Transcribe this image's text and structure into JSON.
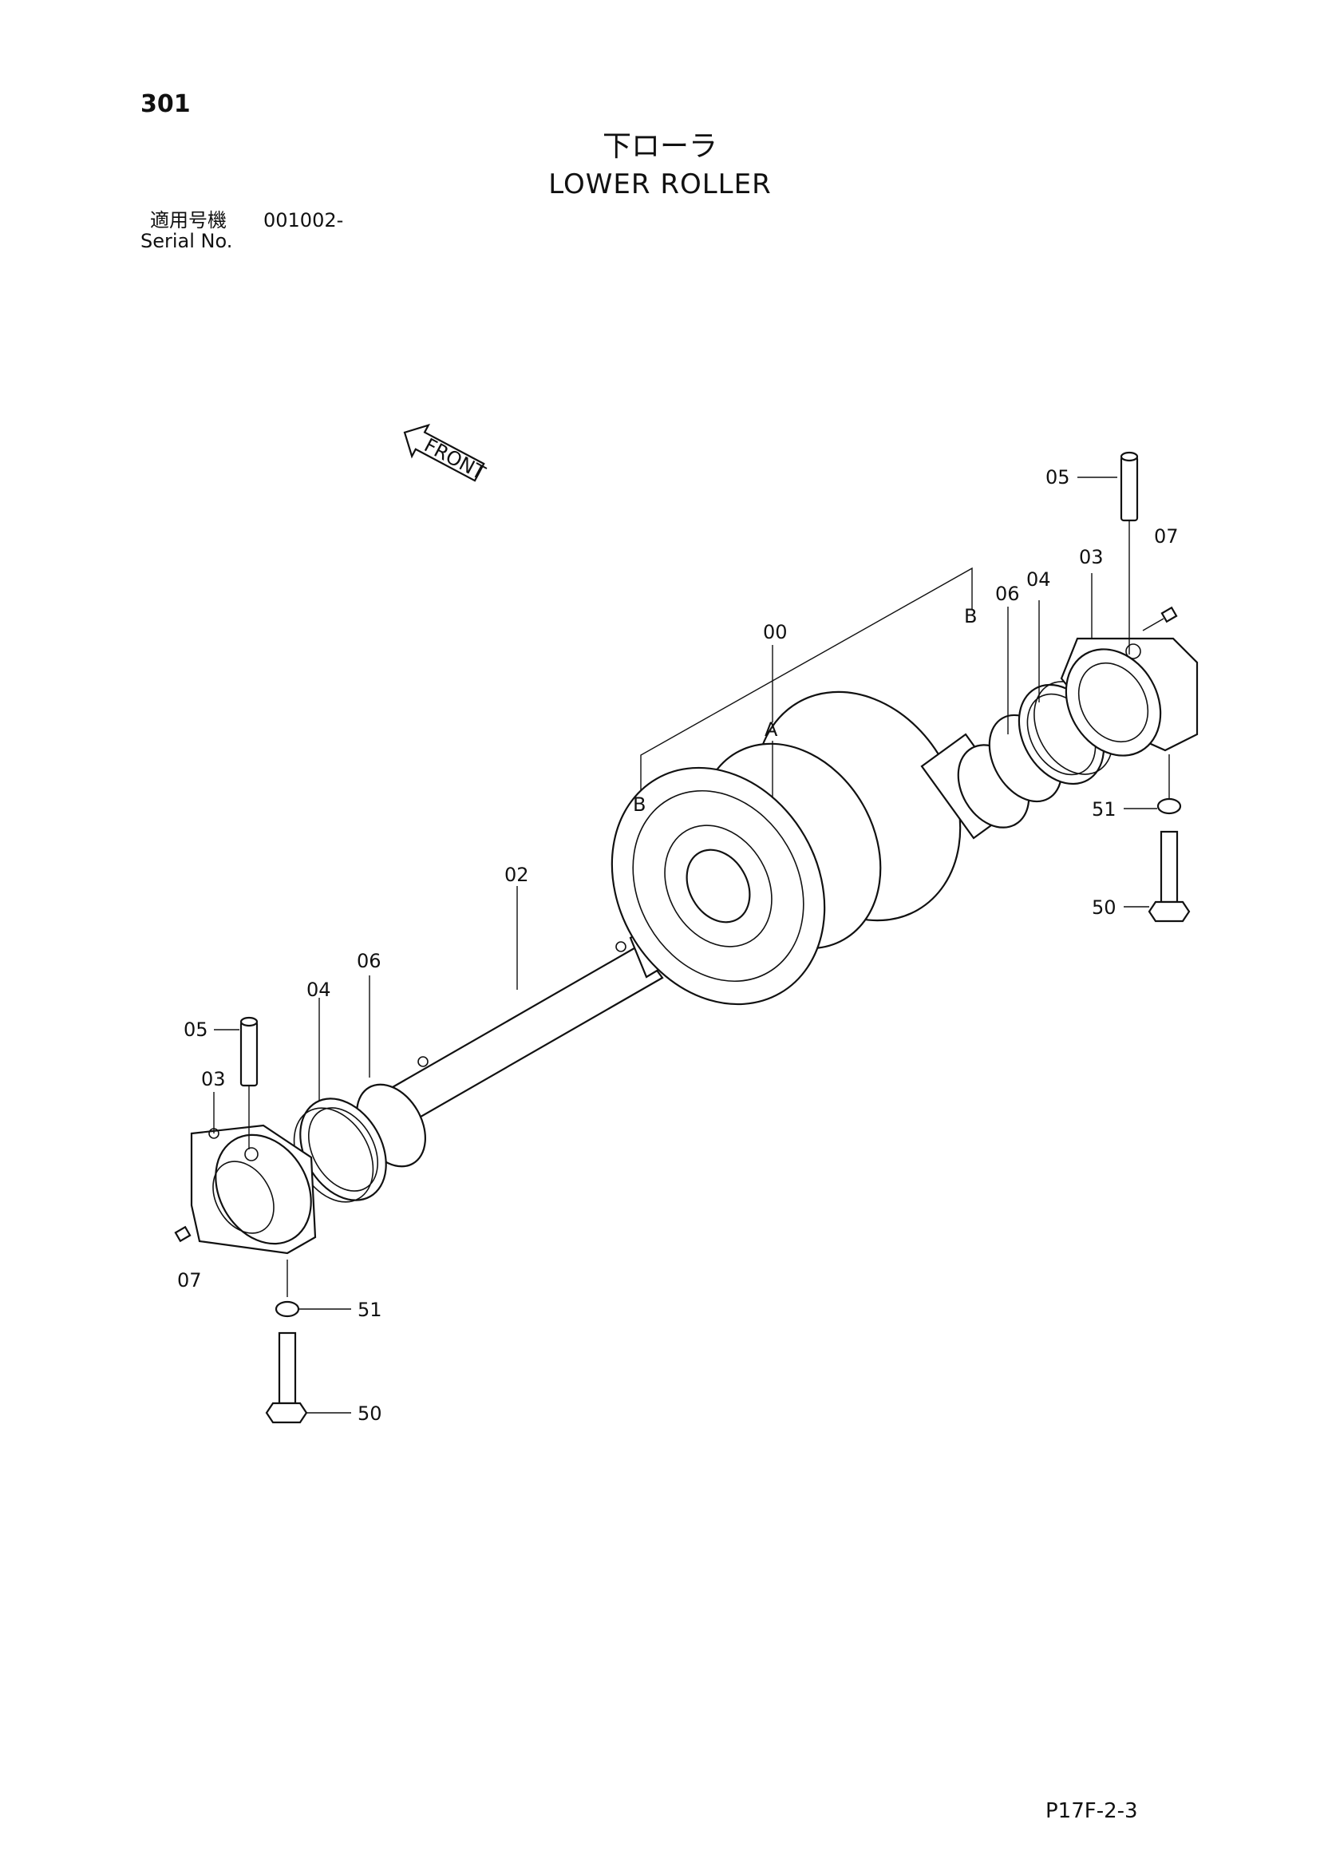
{
  "header": {
    "page_number": "301",
    "title_jp": "下ローラ",
    "title_en": "LOWER ROLLER",
    "serial_label_jp": "適用号機",
    "serial_value": "001002-",
    "serial_label_en": "Serial No."
  },
  "front_indicator": {
    "label": "FRONT"
  },
  "callouts": {
    "c00": "00",
    "cA": "A",
    "cB_left": "B",
    "cB_right": "B",
    "c02": "02",
    "c03_right": "03",
    "c04_right": "04",
    "c05_right": "05",
    "c06_right": "06",
    "c07_right": "07",
    "c50_right": "50",
    "c51_right": "51",
    "c03_left": "03",
    "c04_left": "04",
    "c05_left": "05",
    "c06_left": "06",
    "c07_left": "07",
    "c50_left": "50",
    "c51_left": "51"
  },
  "footer": {
    "doc_code": "P17F-2-3"
  }
}
